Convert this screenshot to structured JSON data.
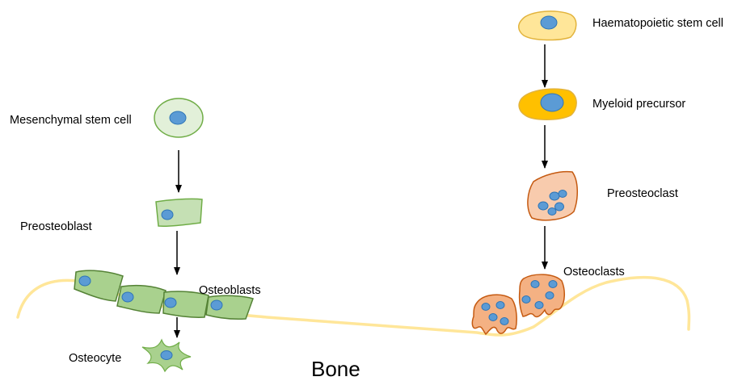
{
  "labels": {
    "msc": "Mesenchymal stem cell",
    "preosteoblast": "Preosteoblast",
    "osteoblasts": "Osteoblasts",
    "osteocyte": "Osteocyte",
    "hsc": "Haematopoietic stem cell",
    "myeloid": "Myeloid precursor",
    "preosteoclast": "Preosteoclast",
    "osteoclasts": "Osteoclasts",
    "bone": "Bone"
  },
  "colors": {
    "msc_fill": "#e2f0d9",
    "msc_stroke": "#70ad47",
    "osteo_fill": "#a9d18e",
    "osteo_stroke": "#548235",
    "hsc_fill": "#ffe699",
    "hsc_stroke": "#e2b33c",
    "myeloid_fill": "#ffc000",
    "preoc_fill": "#f8cbad",
    "oc_fill": "#f4b183",
    "oc_stroke": "#c55a11",
    "nucleus_fill": "#5b9bd5",
    "nucleus_stroke": "#2e75b6",
    "bone_line": "#ffe699"
  }
}
